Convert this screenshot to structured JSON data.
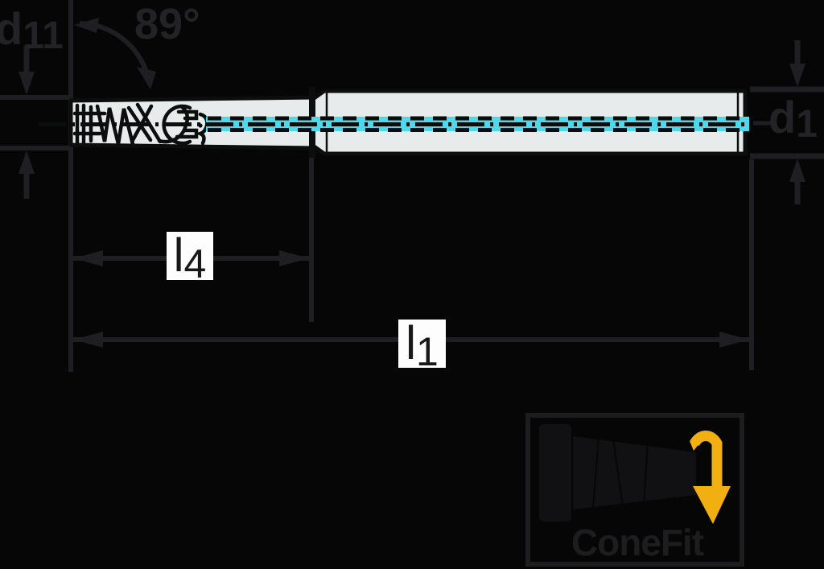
{
  "labels": {
    "d11": {
      "base": "d",
      "sub": "11"
    },
    "angle": "89°",
    "d1": {
      "base": "d",
      "sub": "1"
    },
    "l4": {
      "base": "l",
      "sub": "4"
    },
    "l1": {
      "base": "l",
      "sub": "1"
    }
  },
  "logo": {
    "text": "ConeFit"
  },
  "icons": {
    "rotation_arrow": "rotate-insert-arrow",
    "cone": "conefit-taper-silhouette"
  },
  "colors": {
    "background": "#060607",
    "line": "#1f1f23",
    "text": "#232327",
    "body_fill": "#e7ebeb",
    "outline": "#0c0e0e",
    "coolant": "#4ed8ea",
    "accent_yellow": "#f1af12",
    "label_box_bg": "#fdfdfd",
    "label_box_text": "#18181b",
    "logo_ink": "#1d1d20"
  }
}
